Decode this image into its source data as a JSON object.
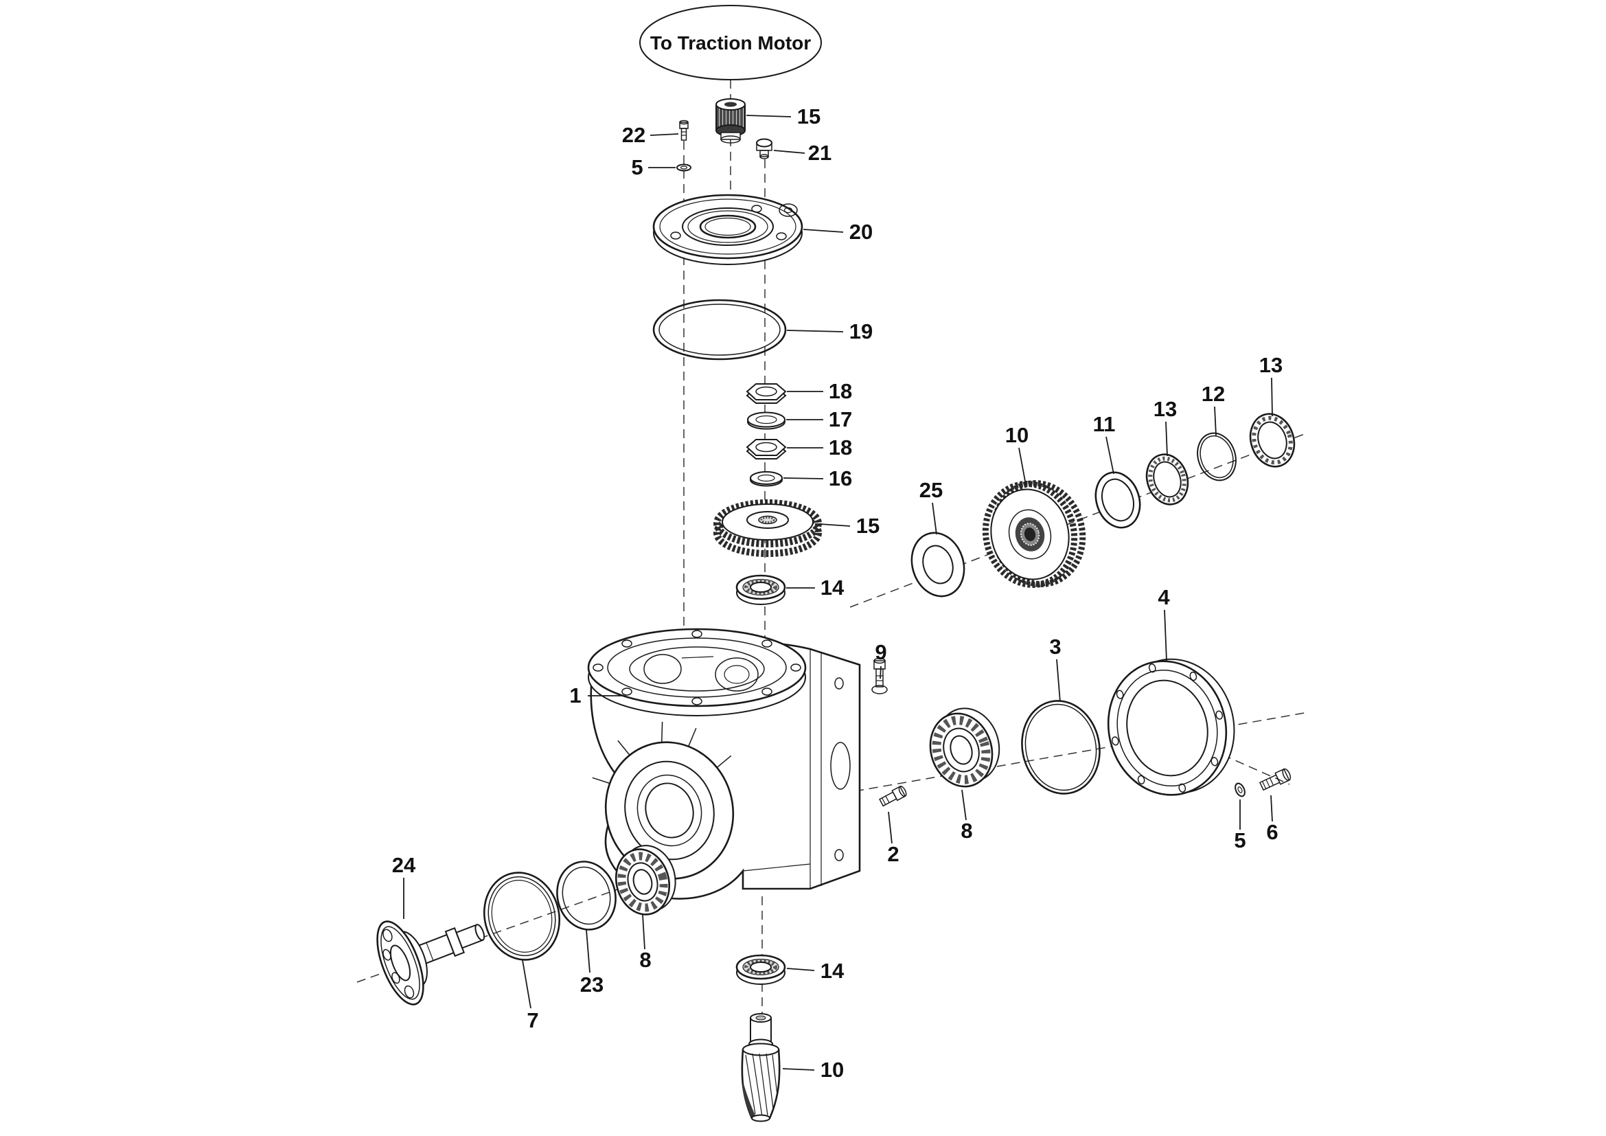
{
  "colors": {
    "ink": "#1a1a1a",
    "background": "#ffffff"
  },
  "diagram": {
    "title": "To Traction Motor",
    "callouts": [
      {
        "label": "15"
      },
      {
        "label": "22"
      },
      {
        "label": "5"
      },
      {
        "label": "21"
      },
      {
        "label": "20"
      },
      {
        "label": "19"
      },
      {
        "label": "18"
      },
      {
        "label": "17"
      },
      {
        "label": "18"
      },
      {
        "label": "16"
      },
      {
        "label": "15"
      },
      {
        "label": "14"
      },
      {
        "label": "1"
      },
      {
        "label": "9"
      },
      {
        "label": "2"
      },
      {
        "label": "8"
      },
      {
        "label": "3"
      },
      {
        "label": "4"
      },
      {
        "label": "5"
      },
      {
        "label": "6"
      },
      {
        "label": "25"
      },
      {
        "label": "10"
      },
      {
        "label": "11"
      },
      {
        "label": "13"
      },
      {
        "label": "12"
      },
      {
        "label": "13"
      },
      {
        "label": "24"
      },
      {
        "label": "7"
      },
      {
        "label": "23"
      },
      {
        "label": "8"
      },
      {
        "label": "14"
      },
      {
        "label": "10"
      }
    ]
  }
}
